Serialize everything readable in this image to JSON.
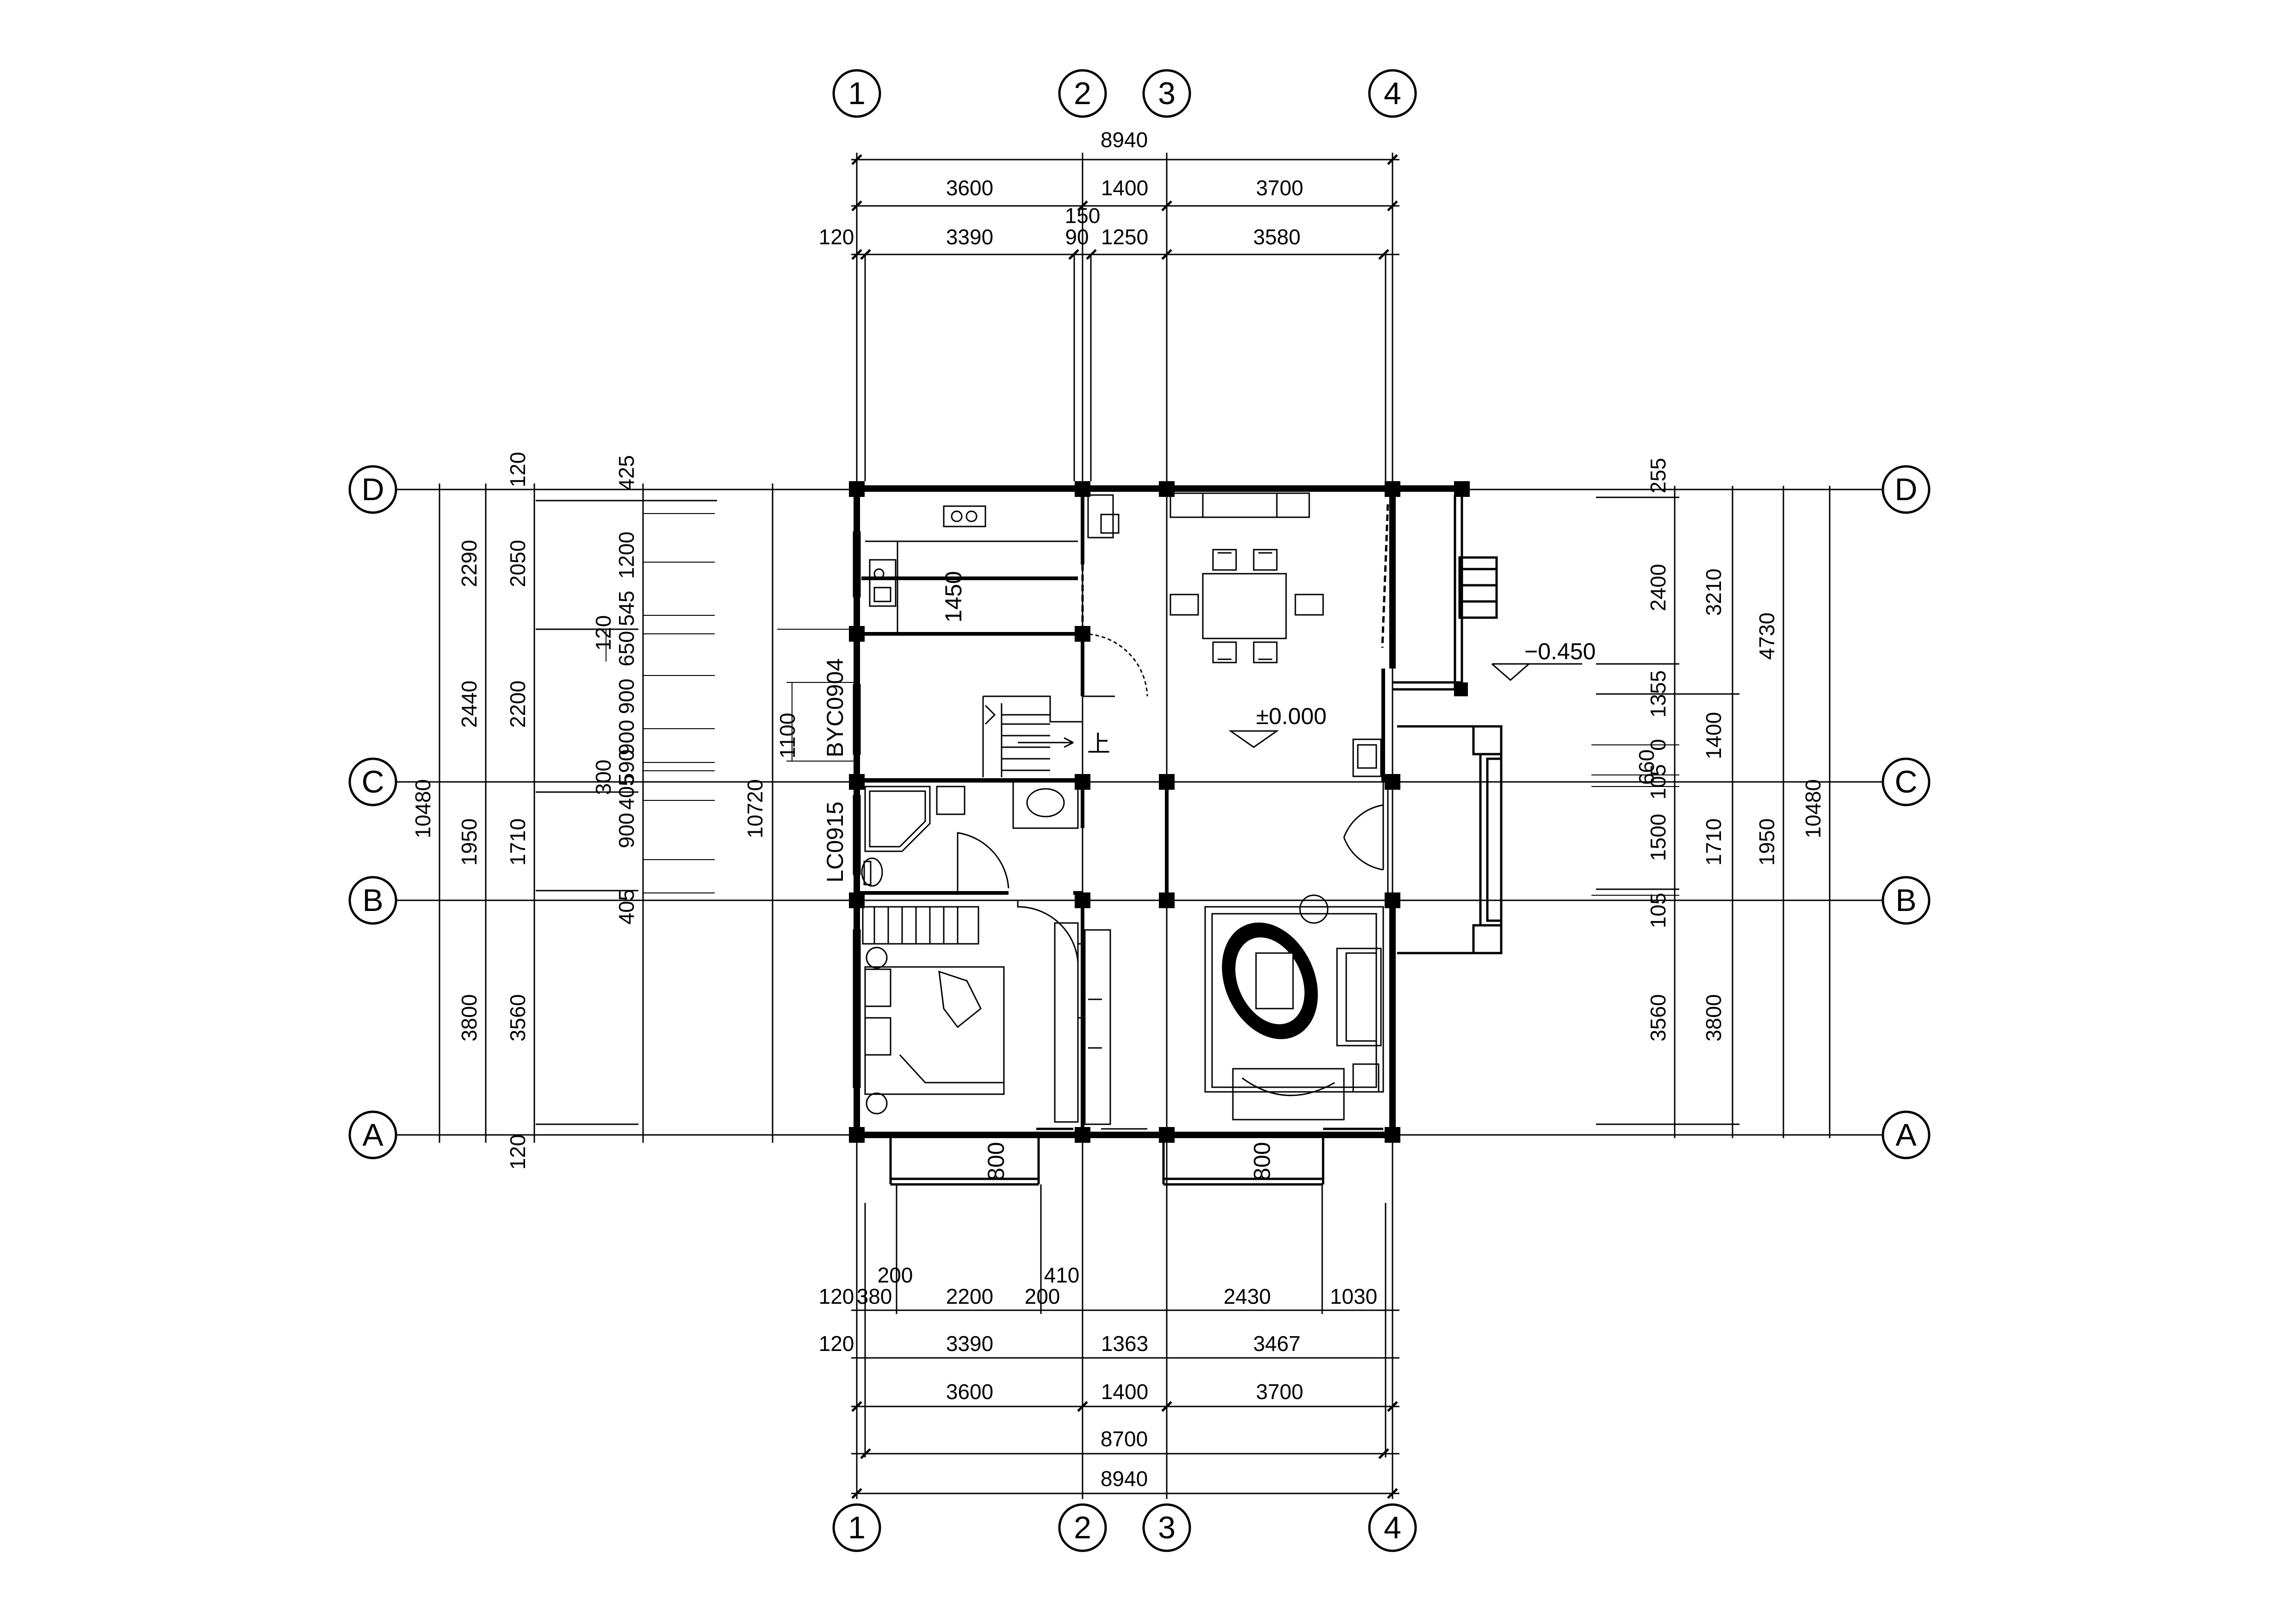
{
  "axes": {
    "columns": [
      "1",
      "2",
      "3",
      "4"
    ],
    "rows": [
      "D",
      "C",
      "B",
      "A"
    ]
  },
  "dimensions": {
    "top_total": "8940",
    "top_bays": [
      "3600",
      "1400",
      "3700"
    ],
    "top_detail": [
      "120",
      "3390",
      "150",
      "90",
      "1250",
      "3580"
    ],
    "bottom_row1": [
      "120",
      "380",
      "200",
      "2200",
      "200",
      "410",
      "2430",
      "1030"
    ],
    "bottom_row2": [
      "120",
      "3390",
      "1363",
      "3467"
    ],
    "bottom_bays": [
      "3600",
      "1400",
      "3700"
    ],
    "bottom_inner_total": "8700",
    "bottom_total": "8940",
    "left_outer_total": "10480",
    "left_mid_total": "10720",
    "left_bays": [
      "2290",
      "2440",
      "1950",
      "3800"
    ],
    "left_inner": [
      "2050",
      "2200",
      "1710",
      "3560"
    ],
    "left_top": "120",
    "left_bottom": "120",
    "left_windows": [
      "425",
      "1200",
      "545",
      "120",
      "650",
      "900",
      "900",
      "590",
      "300",
      "405",
      "900",
      "405"
    ],
    "left_window_height": "1100",
    "right_bays": [
      "3210",
      "1400",
      "1950",
      "3800"
    ],
    "right_inner": [
      "2400",
      "1355",
      "1710",
      "3560"
    ],
    "right_mid": "4730",
    "right_total": "10480",
    "right_small": [
      "255",
      "0",
      "660",
      "105",
      "1500",
      "105"
    ],
    "room_dims": [
      "1450",
      "800",
      "800"
    ]
  },
  "labels": {
    "window_byc": "BYC0904",
    "window_lc": "LC0915",
    "level_main": "±0.000",
    "level_exterior": "−0.450",
    "stair_up": "上"
  }
}
